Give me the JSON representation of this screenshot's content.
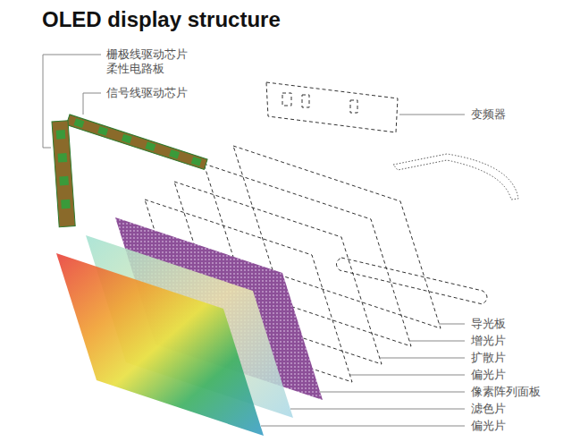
{
  "diagram": {
    "title": "OLED display structure",
    "labels": [
      "栅极线驱动芯片 柔性电路板",
      "信号线驱动芯片",
      "变频器",
      "导光板",
      "增光片",
      "扩散片",
      "偏光片",
      "像素阵列面板",
      "滤色片",
      "偏光片"
    ]
  }
}
